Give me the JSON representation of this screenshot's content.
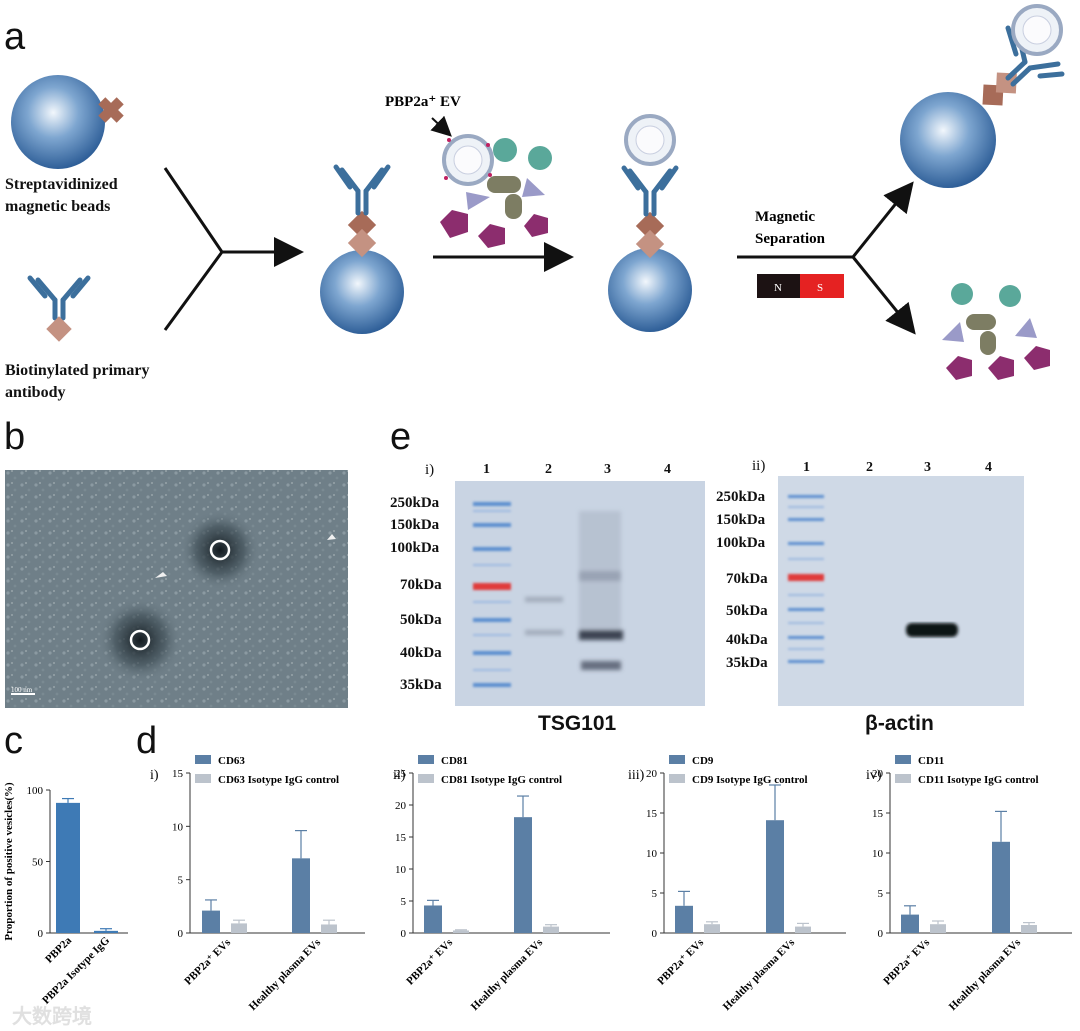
{
  "panels": {
    "a": "a",
    "b": "b",
    "c": "c",
    "d": "d",
    "e": "e"
  },
  "panel_a": {
    "beads_label": [
      "Streptavidinized",
      "magnetic beads"
    ],
    "antibody_label": [
      "Biotinylated primary",
      "antibody"
    ],
    "ev_label": "PBP2a⁺ EV",
    "magnetic_label": [
      "Magnetic",
      "Separation"
    ],
    "magnet_n": "N",
    "magnet_s": "S"
  },
  "panel_b": {
    "scale_bar": "100 nm"
  },
  "panel_e": {
    "sub_i": "i)",
    "sub_ii": "ii)",
    "lanes": [
      "1",
      "2",
      "3",
      "4"
    ],
    "markers_i": [
      "250kDa",
      "150kDa",
      "100kDa",
      "70kDa",
      "50kDa",
      "40kDa",
      "35kDa"
    ],
    "markers_ii": [
      "250kDa",
      "150kDa",
      "100kDa",
      "70kDa",
      "50kDa",
      "40kDa",
      "35kDa"
    ],
    "title_i": "TSG101",
    "title_ii": "β-actin"
  },
  "chart_data": [
    {
      "type": "bar",
      "panel": "c",
      "categories": [
        "PBP2a",
        "PBP2a Isotype IgG"
      ],
      "values": [
        91,
        1.5
      ],
      "errors": [
        3,
        1.5
      ],
      "ylabel": "Proportion of positive vesicles(%)",
      "ylim": [
        0,
        100
      ],
      "yticks": [
        "0",
        "50",
        "100"
      ],
      "color": "#3e7ab5"
    },
    {
      "type": "bar",
      "panel": "d-i",
      "sub": "i)",
      "categories": [
        "PBP2a⁺ EVs",
        "Healthy plasma EVs"
      ],
      "series": [
        {
          "name": "CD63",
          "values": [
            2.1,
            7.0
          ],
          "errors": [
            1.0,
            2.6
          ]
        },
        {
          "name": "CD63 Isotype IgG control",
          "values": [
            0.9,
            0.8
          ],
          "errors": [
            0.3,
            0.4
          ]
        }
      ],
      "ylim": [
        0,
        15
      ],
      "yticks": [
        "0",
        "5",
        "10",
        "15"
      ]
    },
    {
      "type": "bar",
      "panel": "d-ii",
      "sub": "ii)",
      "categories": [
        "PBP2a⁺ EVs",
        "Healthy plasma EVs"
      ],
      "series": [
        {
          "name": "CD81",
          "values": [
            4.3,
            18.1
          ],
          "errors": [
            0.8,
            3.3
          ]
        },
        {
          "name": "CD81 Isotype IgG control",
          "values": [
            0.4,
            1.0
          ],
          "errors": [
            0.1,
            0.3
          ]
        }
      ],
      "ylim": [
        0,
        25
      ],
      "yticks": [
        "0",
        "5",
        "10",
        "15",
        "20",
        "25"
      ]
    },
    {
      "type": "bar",
      "panel": "d-iii",
      "sub": "iii)",
      "categories": [
        "PBP2a⁺ EVs",
        "Healthy plasma EVs"
      ],
      "series": [
        {
          "name": "CD9",
          "values": [
            3.4,
            14.1
          ],
          "errors": [
            1.8,
            4.4
          ]
        },
        {
          "name": "CD9 Isotype IgG control",
          "values": [
            1.1,
            0.8
          ],
          "errors": [
            0.3,
            0.4
          ]
        }
      ],
      "ylim": [
        0,
        20
      ],
      "yticks": [
        "0",
        "5",
        "10",
        "15",
        "20"
      ]
    },
    {
      "type": "bar",
      "panel": "d-iv",
      "sub": "iv)",
      "categories": [
        "PBP2a⁺ EVs",
        "Healthy plasma EVs"
      ],
      "series": [
        {
          "name": "CD11",
          "values": [
            2.3,
            11.4
          ],
          "errors": [
            1.1,
            3.8
          ]
        },
        {
          "name": "CD11 Isotype IgG control",
          "values": [
            1.1,
            1.0
          ],
          "errors": [
            0.4,
            0.3
          ]
        }
      ],
      "ylim": [
        0,
        20
      ],
      "yticks": [
        "0",
        "5",
        "10",
        "15",
        "20"
      ]
    }
  ],
  "watermark": "大数跨境"
}
